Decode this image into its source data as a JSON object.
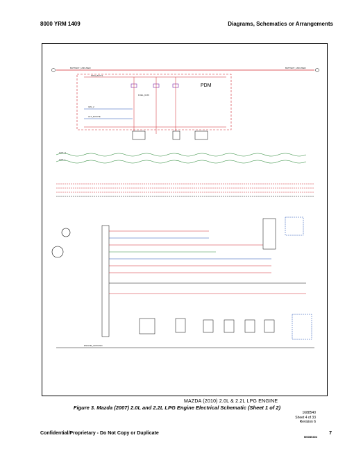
{
  "header": {
    "left": "8000 YRM 1409",
    "right": "Diagrams, Schematics or Arrangements"
  },
  "schematic": {
    "title": "MAZDA (2010) 2.0L & 2.2L LPG ENGINE",
    "module_label": "PDM",
    "doc_number": "1688540",
    "sheet": "Sheet 4 of 33",
    "revision": "Revision 6",
    "stamp": "BS080404",
    "labels": {
      "battery": "BATTERY_UNFUSED",
      "pdm_batt": "PDM_BATT1",
      "ign": "IGN_2",
      "alt": "ALT_EXCITE",
      "can_h": "CAN_H",
      "can_l": "CAN_L",
      "engine_ground": "ENGINE_GROUND",
      "fuel_run": "FUEL_RUN"
    },
    "colors": {
      "power": "#d0242c",
      "can": "#2e8b3a",
      "signal": "#1f4fb3",
      "ground": "#111111",
      "fuse": "#7a1fa2"
    }
  },
  "caption": "Figure 3. Mazda (2007) 2.0L and 2.2L LPG Engine Electrical Schematic (Sheet 1 of 2)",
  "footer": {
    "left": "Confidential/Proprietary - Do Not Copy or Duplicate",
    "page": "7"
  }
}
